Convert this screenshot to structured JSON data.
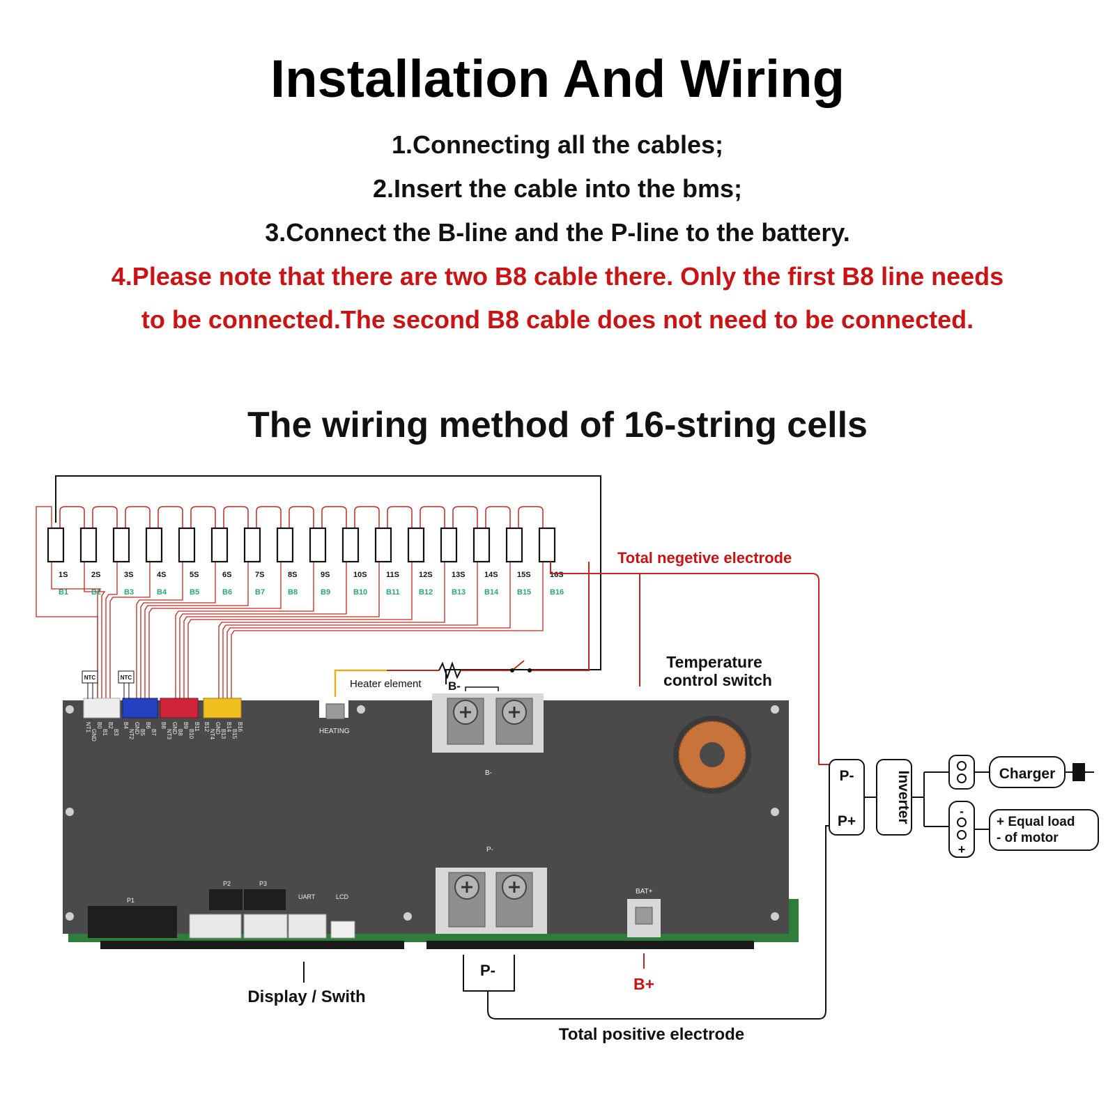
{
  "header": {
    "title": "Installation And Wiring",
    "steps": [
      "1.Connecting all the cables;",
      "2.Insert the cable into the bms;",
      "3.Connect the B-line and the P-line to the battery."
    ],
    "note_line1": "4.Please note that there are two B8 cable there. Only the first B8 line needs",
    "note_line2": "to be connected.The second B8 cable does not need to be connected.",
    "subtitle": "The wiring method of 16-string cells"
  },
  "cells": {
    "string_labels": [
      "1S",
      "2S",
      "3S",
      "4S",
      "5S",
      "6S",
      "7S",
      "8S",
      "9S",
      "10S",
      "11S",
      "12S",
      "13S",
      "14S",
      "15S",
      "16S"
    ],
    "balance_labels": [
      "B1",
      "B2",
      "B3",
      "B4",
      "B5",
      "B6",
      "B7",
      "B8",
      "B9",
      "B10",
      "B11",
      "B12",
      "B13",
      "B14",
      "B15",
      "B16"
    ]
  },
  "labels": {
    "total_negative": "Total negetive electrode",
    "temp_switch_line1": "Temperature",
    "temp_switch_line2": "control switch",
    "heater_element": "Heater element",
    "b_minus_top": "B-",
    "ntc": "NTC",
    "heating": "HEATING",
    "board_b_minus": "B-",
    "board_p_minus": "P-",
    "bat_plus": "BAT+",
    "p1": "P1",
    "p2": "P2",
    "p3": "P3",
    "uart": "UART",
    "lcd": "LCD",
    "display_switch": "Display / Swith",
    "p_minus_box": "P-",
    "b_plus": "B+",
    "total_positive": "Total positive electrode",
    "p_minus_out": "P-",
    "p_plus_out": "P+",
    "inverter": "Inverter",
    "charger": "Charger",
    "equal_load_1": "+ Equal load",
    "equal_load_2": "- of motor",
    "minus_sign": "-",
    "plus_sign": "+"
  },
  "connector_pins": {
    "white": [
      "NT1",
      "GND",
      "B0",
      "B1",
      "B2",
      "B3"
    ],
    "blue": [
      "B4",
      "NT2",
      "GND",
      "B5",
      "B6",
      "B7"
    ],
    "red": [
      "B8",
      "NT3",
      "GND",
      "B8",
      "B9",
      "B10",
      "B11"
    ],
    "yellow": [
      "B12",
      "NT4",
      "GND",
      "B13",
      "B14",
      "B15",
      "B16"
    ]
  },
  "colors": {
    "wire_red": "#c0281e",
    "wire_black": "#111111",
    "label_red": "#c81414",
    "balance_green": "#2aa57a",
    "board": "#4a4a4a",
    "pcb_green": "#2e7d3a",
    "copper": "#c8733a"
  }
}
